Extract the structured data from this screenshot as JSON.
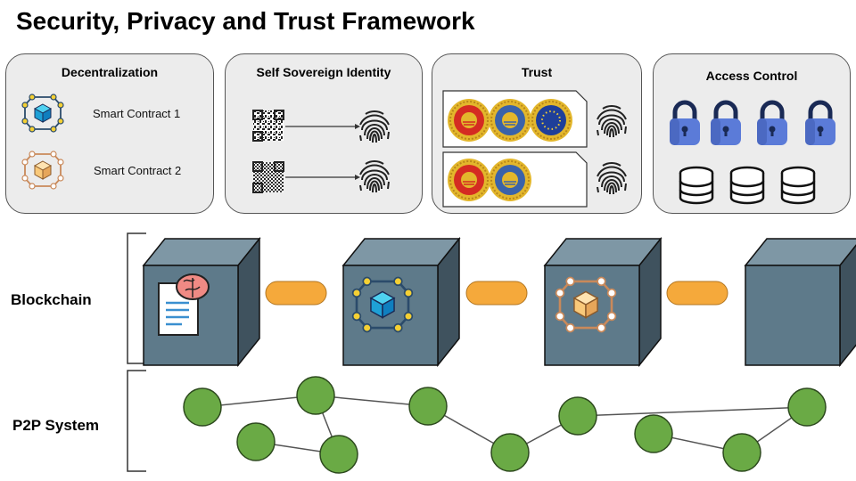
{
  "title": "Security, Privacy and Trust Framework",
  "panels": {
    "decentralization": {
      "title": "Decentralization",
      "items": [
        {
          "label": "Smart Contract 1",
          "icon": "smart-contract-blue-icon"
        },
        {
          "label": "Smart Contract 2",
          "icon": "smart-contract-orange-icon"
        }
      ]
    },
    "ssi": {
      "title": "Self Sovereign Identity",
      "icons": [
        "qr-code-icon",
        "arrow-icon",
        "fingerprint-icon"
      ]
    },
    "trust": {
      "title": "Trust",
      "icons": [
        "certificate-seal-icon",
        "fingerprint-icon"
      ]
    },
    "access": {
      "title": "Access Control",
      "icons": [
        "padlock-icon",
        "database-icon"
      ]
    }
  },
  "rows": {
    "blockchain": "Blockchain",
    "p2p": "P2P System"
  },
  "colors": {
    "panel_bg": "#ececec",
    "cube_front": "#5e7a8a",
    "cube_side": "#3f525e",
    "cube_top": "#7e97a5",
    "link": "#f5a93b",
    "node": "#6aaa45",
    "lock": "#5b7bd8",
    "seal_red": "#d42b22",
    "seal_blue": "#3a62a9",
    "seal_gold": "#e3b72c"
  }
}
